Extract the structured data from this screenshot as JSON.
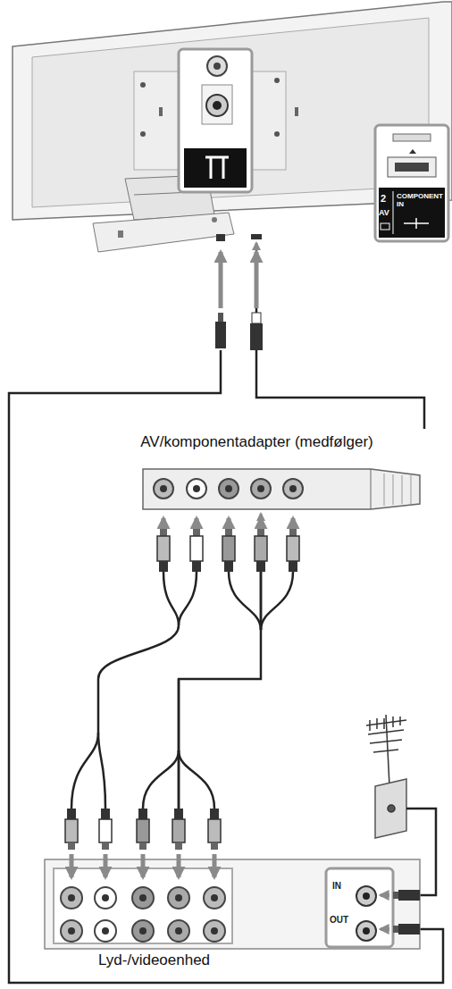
{
  "diagram": {
    "nodes": [
      {
        "text": [
          "2",
          "AV",
          "COMPONENT IN"
        ]
      },
      {
        "text": [
          "AV/komponentadapter (medfølger)"
        ]
      },
      {
        "text": [
          "Lyd-/videoenhed"
        ]
      }
    ],
    "edges": [
      {
        "from": 1,
        "to": 0,
        "arrow": "to"
      },
      {
        "from": 1,
        "to": 2,
        "arrow": "both"
      }
    ],
    "labels": [
      "IN",
      "OUT"
    ]
  }
}
